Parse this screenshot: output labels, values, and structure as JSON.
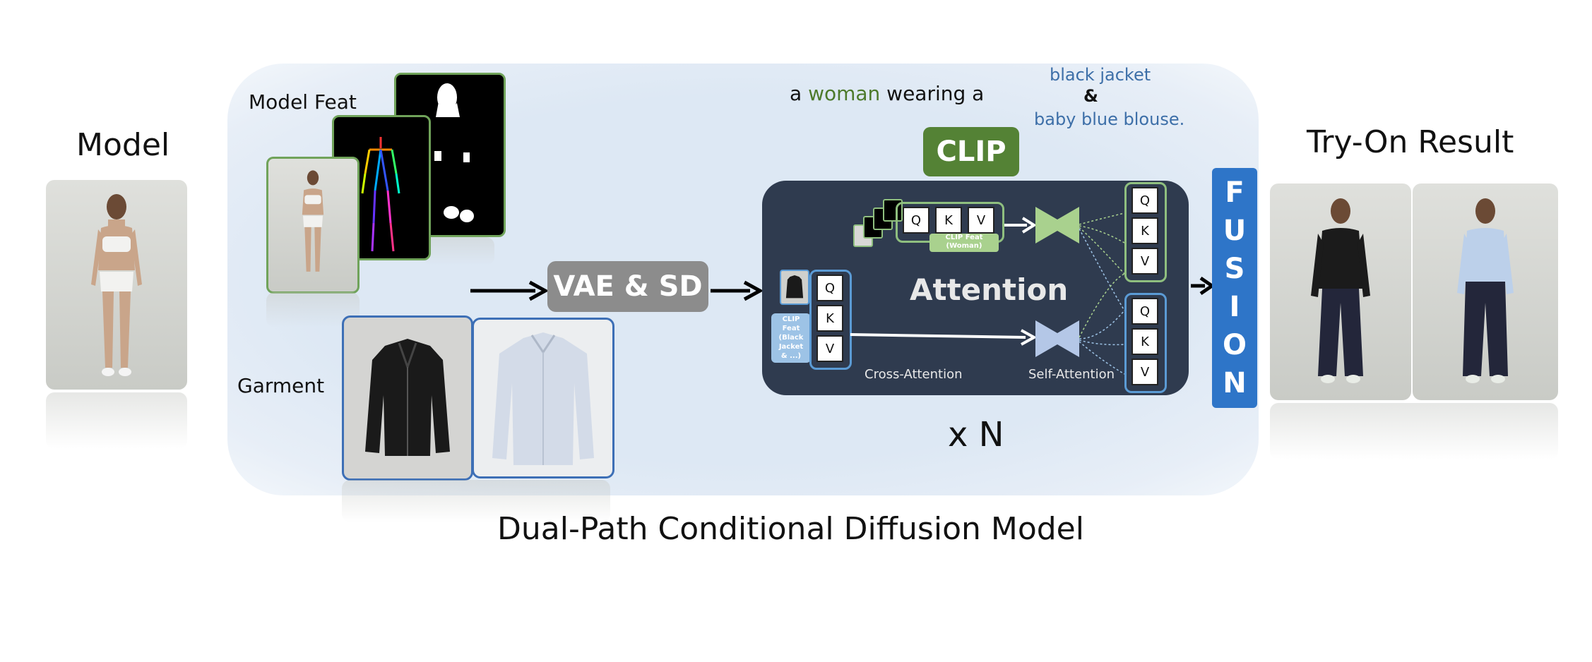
{
  "model": {
    "title": "Model"
  },
  "panel": {
    "model_feat_label": "Model Feat",
    "garment_label": "Garment",
    "vae_sd_label": "VAE & SD",
    "prompt": {
      "part1": "a ",
      "subject": "woman",
      "part2": " wearing a",
      "item1": "black jacket",
      "connector": "&",
      "item2": "baby blue blouse."
    },
    "clip_label": "CLIP",
    "attention_label": "Attention",
    "cross_attention_label": "Cross-Attention",
    "self_attention_label": "Self-Attention",
    "clip_feat_woman_line1": "CLIP Feat",
    "clip_feat_woman_line2": "(Woman)",
    "clip_feat_garment_lines": [
      "CLIP",
      "Feat",
      "(Black",
      "Jacket",
      "& ...)"
    ],
    "repeat_label": "x N",
    "qkv": [
      "Q",
      "K",
      "V"
    ]
  },
  "fusion": {
    "letters": [
      "F",
      "U",
      "S",
      "I",
      "O",
      "N"
    ]
  },
  "result": {
    "title": "Try-On Result"
  },
  "caption": "Dual-Path Conditional Diffusion Model",
  "colors": {
    "panel_bg": "#dde8f4",
    "attention_block": "#2f3b4f",
    "clip_green": "#548235",
    "fusion_blue": "#2e75c8",
    "garment_border": "#3d6fb6",
    "model_feat_border": "#70a35a",
    "prompt_green": "#4d7a2b",
    "prompt_blue": "#3d6fa8",
    "vae_gray": "#8c8c8c"
  }
}
